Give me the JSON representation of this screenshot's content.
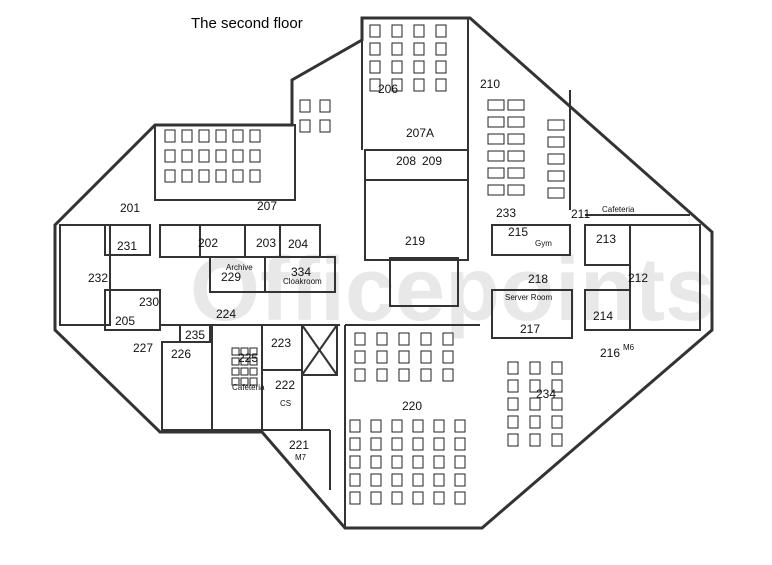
{
  "title": "The second floor",
  "watermark": "Officepoints",
  "rooms": {
    "r201": "201",
    "r202": "202",
    "r203": "203",
    "r204": "204",
    "r205": "205",
    "r206": "206",
    "r207": "207",
    "r207a": "207A",
    "r208": "208",
    "r209": "209",
    "r210": "210",
    "r211": "211",
    "r212": "212",
    "r213": "213",
    "r214": "214",
    "r215": "215",
    "r216": "216",
    "r217": "217",
    "r218": "218",
    "r219": "219",
    "r220": "220",
    "r221": "221",
    "r222": "222",
    "r223": "223",
    "r224": "224",
    "r225": "225",
    "r226": "226",
    "r227": "227",
    "r229": "229",
    "r230": "230",
    "r231": "231",
    "r232": "232",
    "r233": "233",
    "r234": "234",
    "r235": "235",
    "r334": "334"
  },
  "room_names": {
    "archive": "Archive",
    "cloakroom": "Cloakroom",
    "cafeteria_left": "Cafeteria",
    "cafeteria_right": "Cafeteria",
    "gym": "Gym",
    "server_room": "Server Room",
    "cs": "CS",
    "m6": "M6",
    "m7": "M7"
  },
  "colors": {
    "wall": "#333333",
    "watermark": "#e8e8e8"
  }
}
